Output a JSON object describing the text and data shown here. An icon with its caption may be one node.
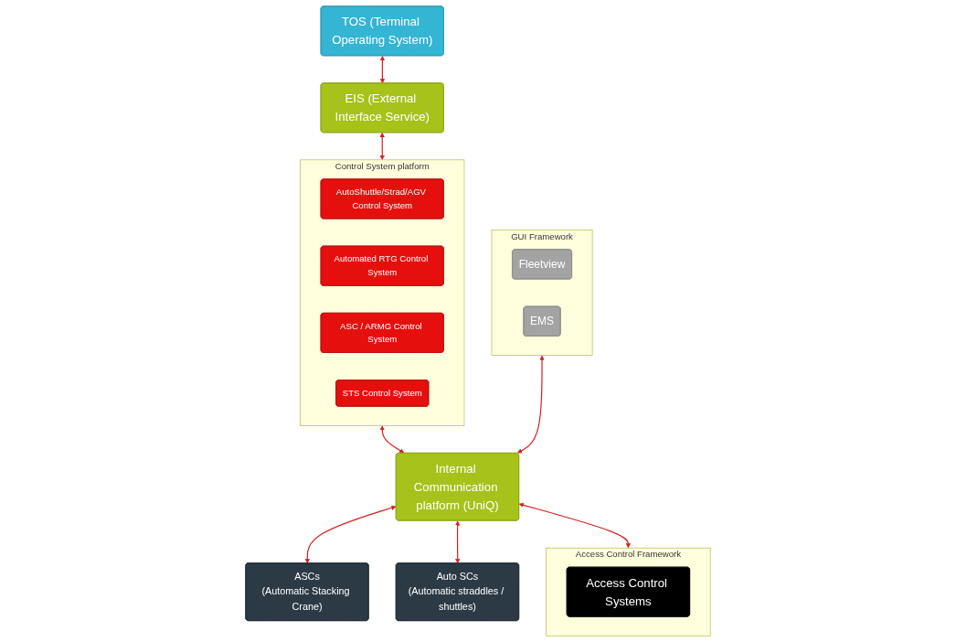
{
  "diagram": {
    "nodes": [
      {
        "text": [
          "TOS (Terminal Operating System)"
        ]
      },
      {
        "text": [
          "EIS (External Interface Service)"
        ]
      },
      {
        "text": [
          "Control System platform"
        ]
      },
      {
        "text": [
          "AutoShuttle/Strad/AGV Control System"
        ],
        "in": 2
      },
      {
        "text": [
          "Automated RTG Control System"
        ],
        "in": 2
      },
      {
        "text": [
          "ASC / ARMG Control System"
        ],
        "in": 2
      },
      {
        "text": [
          "STS Control System"
        ],
        "in": 2
      },
      {
        "text": [
          "GUI Framework"
        ]
      },
      {
        "text": [
          "Fleetview"
        ],
        "in": 7
      },
      {
        "text": [
          "EMS"
        ],
        "in": 7
      },
      {
        "text": [
          "Internal Communication platform (UniQ)"
        ]
      },
      {
        "text": [
          "ASCs",
          "(Automatic Stacking Crane)"
        ]
      },
      {
        "text": [
          "Auto SCs",
          "(Automatic straddles / shuttles)"
        ]
      },
      {
        "text": [
          "Access Control Framework"
        ]
      },
      {
        "text": [
          "Access Control Systems"
        ],
        "in": 13
      }
    ],
    "edges": [
      {
        "from": 0,
        "to": 1,
        "arrow": "both"
      },
      {
        "from": 1,
        "to": 2,
        "arrow": "both"
      },
      {
        "from": 2,
        "to": 10,
        "arrow": "both"
      },
      {
        "from": 7,
        "to": 10,
        "arrow": "both"
      },
      {
        "from": 10,
        "to": 11,
        "arrow": "both"
      },
      {
        "from": 10,
        "to": 12,
        "arrow": "both"
      },
      {
        "from": 10,
        "to": 13,
        "arrow": "both"
      }
    ]
  }
}
